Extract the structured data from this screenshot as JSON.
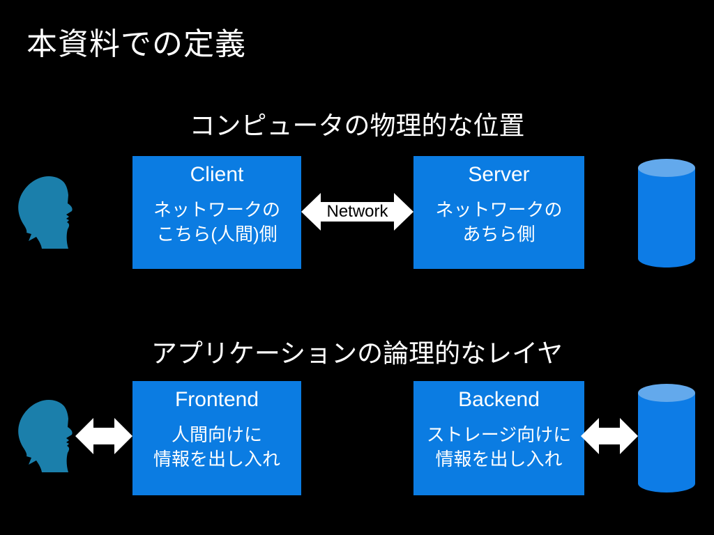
{
  "title": "本資料での定義",
  "colors": {
    "background": "#000000",
    "box_blue": "#0b7ce2",
    "cylinder_body": "#0d7ce6",
    "cylinder_top": "#63a9ec",
    "head_silhouette": "#1b7fab",
    "arrow_fill": "#ffffff",
    "box_text": "#ffffff",
    "network_label_text": "#000000"
  },
  "sections": {
    "physical": {
      "heading": "コンピュータの物理的な位置",
      "client": {
        "title": "Client",
        "lines": [
          "ネットワークの",
          "こちら(人間)側"
        ]
      },
      "server": {
        "title": "Server",
        "lines": [
          "ネットワークの",
          "あちら側"
        ]
      },
      "network_label": "Network"
    },
    "logical": {
      "heading": "アプリケーションの論理的なレイヤ",
      "frontend": {
        "title": "Frontend",
        "lines": [
          "人間向けに",
          "情報を出し入れ"
        ]
      },
      "backend": {
        "title": "Backend",
        "lines": [
          "ストレージ向けに",
          "情報を出し入れ"
        ]
      }
    }
  },
  "icons": {
    "person": "person-head-silhouette-icon",
    "database": "database-cylinder-icon",
    "arrow": "double-headed-arrow-icon"
  }
}
